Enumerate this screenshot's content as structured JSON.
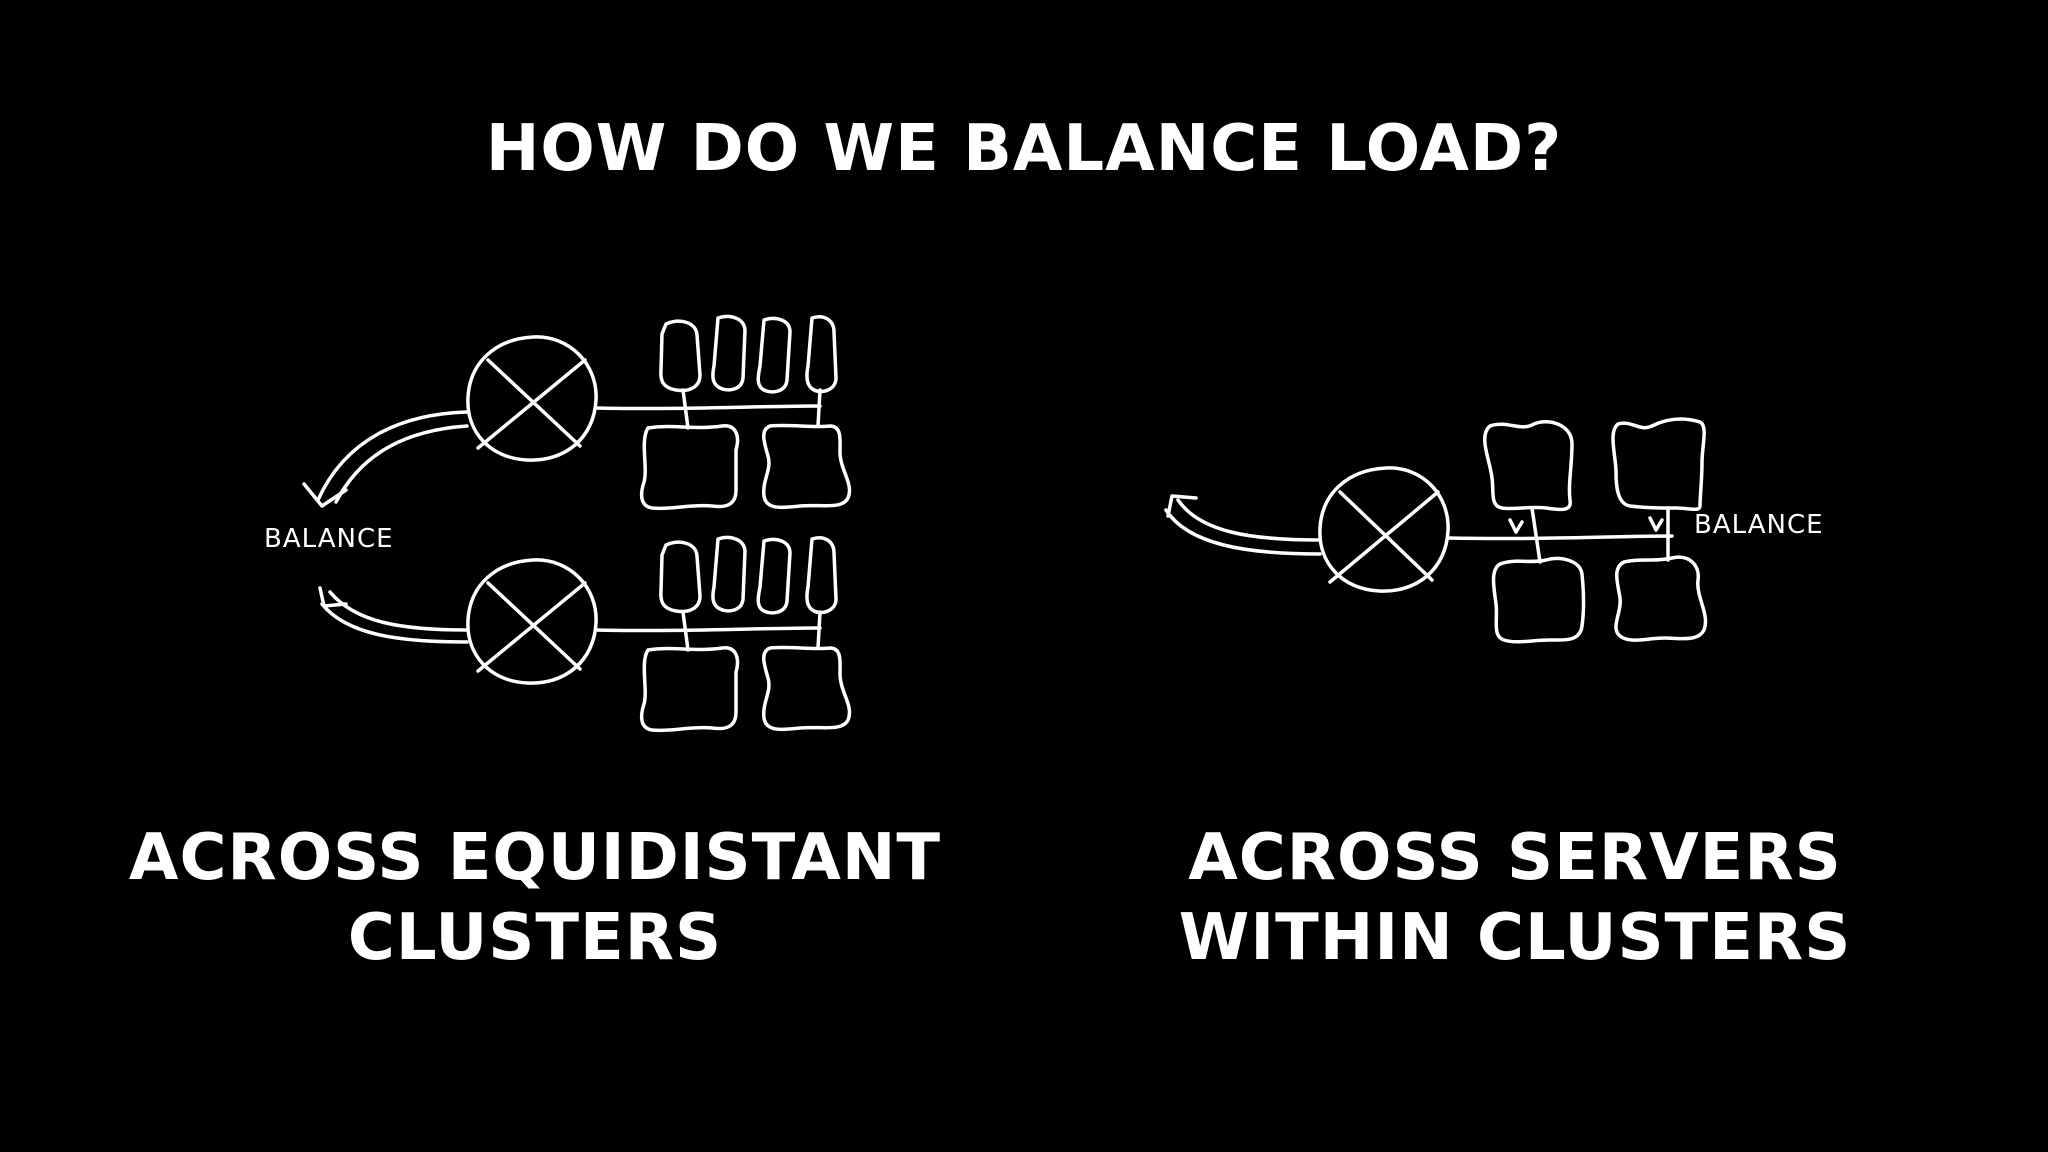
{
  "slide": {
    "title": "HOW DO WE BALANCE LOAD?",
    "left_panel": {
      "balance_label": "BALANCE",
      "caption_line1": "ACROSS EQUIDISTANT",
      "caption_line2": "CLUSTERS"
    },
    "right_panel": {
      "balance_label": "BALANCE",
      "caption_line1": "ACROSS SERVERS",
      "caption_line2": "WITHIN CLUSTERS"
    }
  },
  "colors": {
    "background": "#000000",
    "foreground": "#ffffff"
  },
  "icons": {
    "router": "router-icon",
    "server": "server-icon",
    "arrow": "curved-arrow-icon"
  }
}
